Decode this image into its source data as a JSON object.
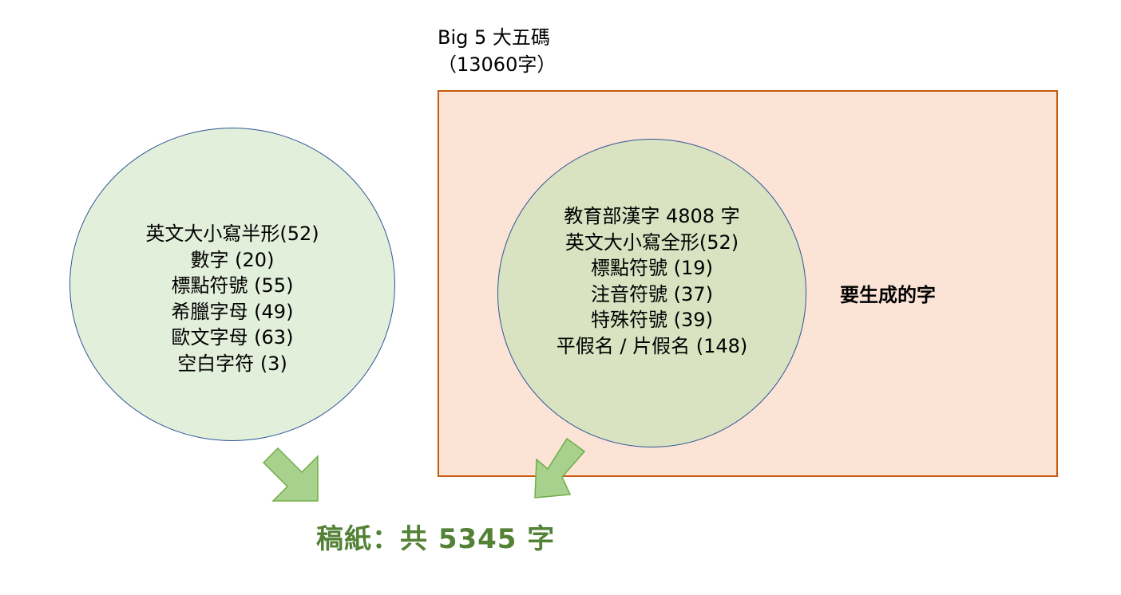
{
  "big5": {
    "title_line1": "Big 5 大五碼",
    "title_line2": "（13060字）",
    "box_label": "要生成的字"
  },
  "left_circle": {
    "items": [
      "英文大小寫半形(52)",
      "數字 (20)",
      "標點符號 (55)",
      "希臘字母 (49)",
      "歐文字母 (63)",
      "空白字符 (3)"
    ]
  },
  "right_circle": {
    "items": [
      "教育部漢字 4808 字",
      "英文大小寫全形(52)",
      "標點符號 (19)",
      "注音符號 (37)",
      "特殊符號 (39)",
      "平假名 / 片假名 (148)"
    ]
  },
  "result": {
    "label": "稿紙：共 5345 字"
  },
  "colors": {
    "box_fill": "#fbe4d6",
    "box_border": "#c55a11",
    "left_circle_fill": "#e2efda",
    "right_circle_fill": "#d9e2c1",
    "circle_border": "#2f5597",
    "arrow_fill": "#a9d18e",
    "arrow_stroke": "#70ad47",
    "result_text": "#538135"
  }
}
